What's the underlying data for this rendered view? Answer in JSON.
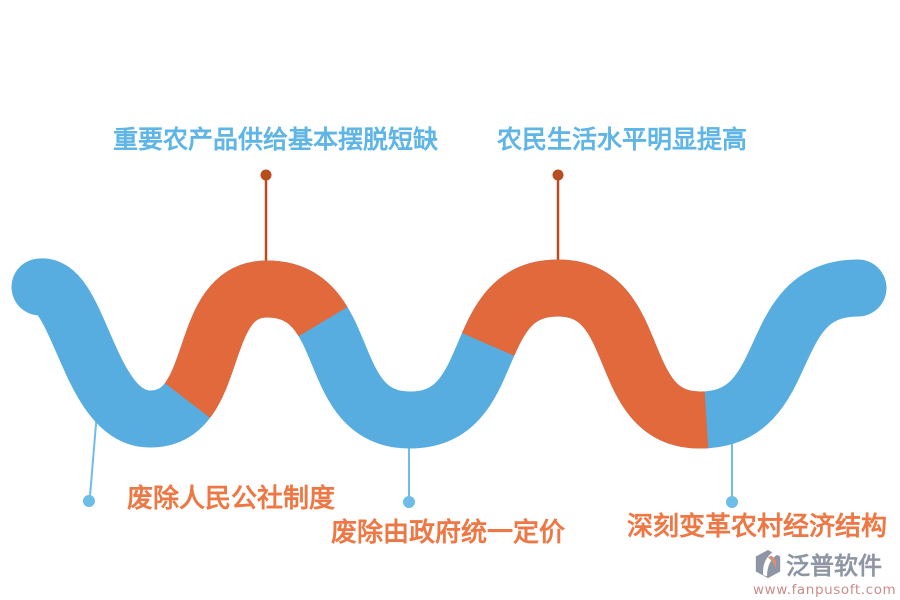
{
  "colors": {
    "wave_blue": "#58ADE0",
    "wave_orange": "#E1693B",
    "label_blue": "#5FB5E5",
    "label_orange": "#EE7845",
    "connector_top": "#B84D1F",
    "connector_bottom": "#6CBDE8",
    "logo_text": "#8E96A5",
    "logo_url": "#CD8C8C",
    "logo_accent": "#D98E76"
  },
  "top_labels": [
    {
      "text": "重要农产品供给基本摆脱短缺"
    },
    {
      "text": "农民生活水平明显提高"
    }
  ],
  "bottom_labels": [
    {
      "text": "废除人民公社制度"
    },
    {
      "text": "废除由政府统一定价"
    },
    {
      "text": "深刻变革农村经济结构"
    }
  ],
  "logo": {
    "name": "泛普软件",
    "url": "www.fanpusoft.com"
  }
}
